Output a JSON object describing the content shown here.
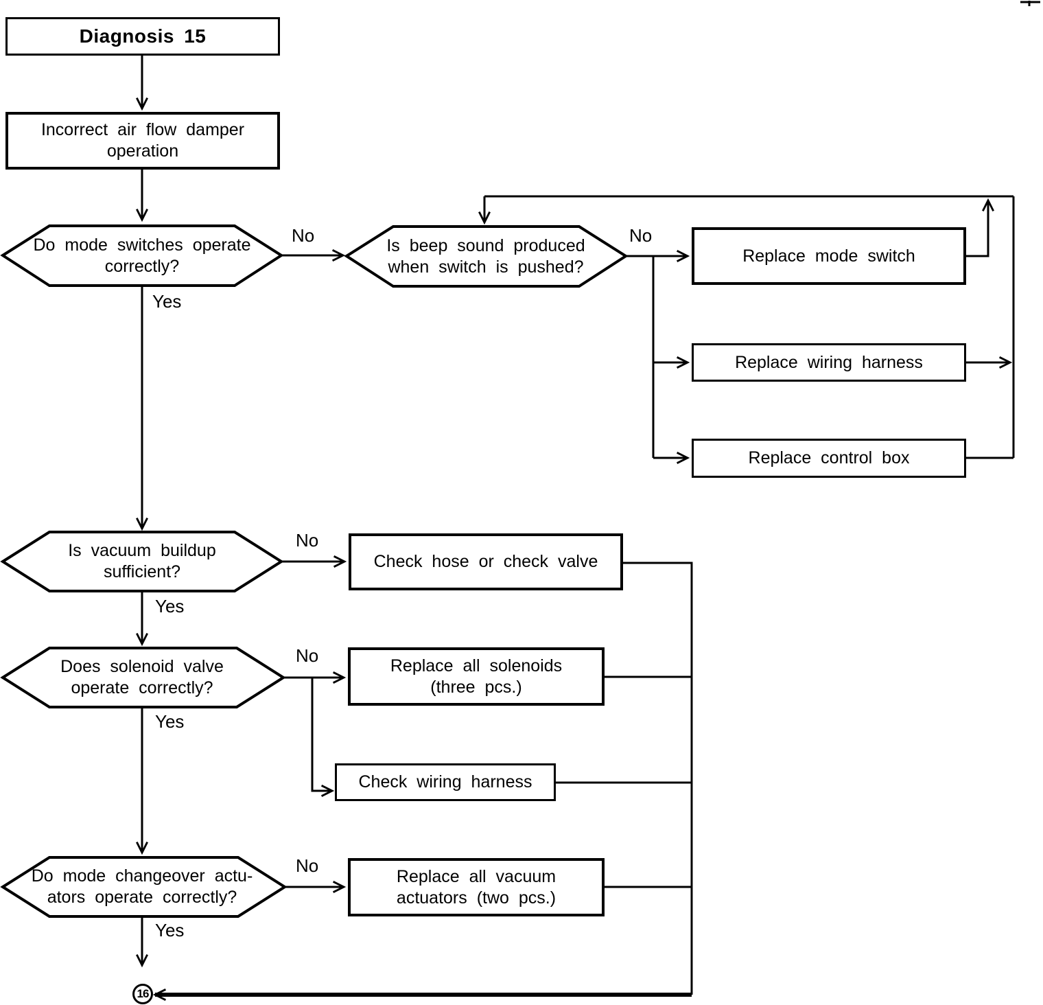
{
  "page": {
    "background": "#ffffff",
    "ink": "#000000"
  },
  "title": {
    "label": "Diagnosis 15"
  },
  "nodes": {
    "problem": {
      "text": "Incorrect air flow damper\noperation"
    },
    "q_mode_switches": {
      "text": "Do mode switches operate\ncorrectly?"
    },
    "q_beep_sound": {
      "text": "Is beep sound produced\nwhen switch is pushed?"
    },
    "q_vacuum_buildup": {
      "text": "Is vacuum buildup\nsufficient?"
    },
    "q_solenoid_valve": {
      "text": "Does solenoid valve\noperate correctly?"
    },
    "q_mode_actuators": {
      "text": "Do mode changeover actu-\nators operate correctly?"
    },
    "a_replace_mode_switch": {
      "text": "Replace mode switch"
    },
    "a_replace_wiring_harness": {
      "text": "Replace wiring harness"
    },
    "a_replace_control_box": {
      "text": "Replace control box"
    },
    "a_check_hose": {
      "text": "Check hose or check valve"
    },
    "a_replace_solenoids": {
      "text": "Replace all solenoids\n(three pcs.)"
    },
    "a_check_wiring": {
      "text": "Check wiring harness"
    },
    "a_replace_actuators": {
      "text": "Replace all vacuum\nactuators (two pcs.)"
    }
  },
  "edge_labels": {
    "yes": "Yes",
    "no": "No"
  },
  "connector": {
    "label": "16"
  }
}
